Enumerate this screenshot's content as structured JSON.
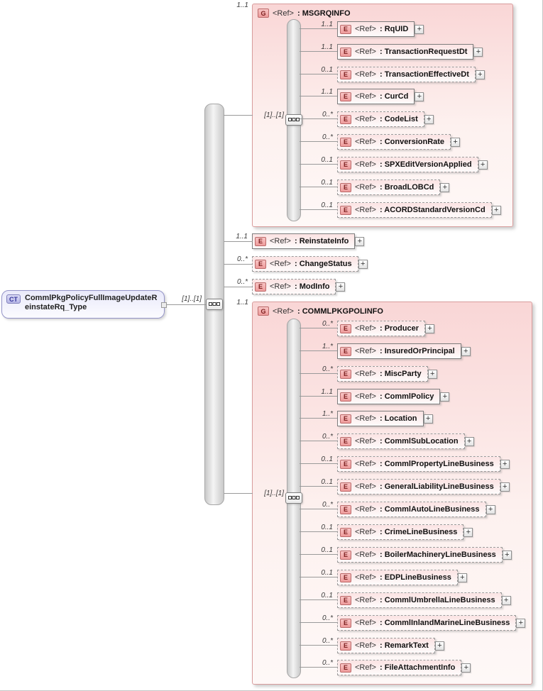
{
  "root": {
    "badge": "CT",
    "name": "CommlPkgPolicyFullImageUpdateReinstateRq_Type",
    "occurs": "[1]..[1]"
  },
  "ui": {
    "expand_glyph": "+"
  },
  "msgrqinfo": {
    "badge": "G",
    "ref": "<Ref>",
    "name": ": MSGRQINFO",
    "occurs": "1..1",
    "seq_occurs": "[1]..[1]",
    "children": [
      {
        "badge": "E",
        "ref": "<Ref>",
        "name": ": RqUID",
        "occurs": "1..1"
      },
      {
        "badge": "E",
        "ref": "<Ref>",
        "name": ": TransactionRequestDt",
        "occurs": "1..1"
      },
      {
        "badge": "E",
        "ref": "<Ref>",
        "name": ": TransactionEffectiveDt",
        "occurs": "0..1"
      },
      {
        "badge": "E",
        "ref": "<Ref>",
        "name": ": CurCd",
        "occurs": "1..1"
      },
      {
        "badge": "E",
        "ref": "<Ref>",
        "name": ": CodeList",
        "occurs": "0..*"
      },
      {
        "badge": "E",
        "ref": "<Ref>",
        "name": ": ConversionRate",
        "occurs": "0..*"
      },
      {
        "badge": "E",
        "ref": "<Ref>",
        "name": ": SPXEditVersionApplied",
        "occurs": "0..1"
      },
      {
        "badge": "E",
        "ref": "<Ref>",
        "name": ": BroadLOBCd",
        "occurs": "0..1"
      },
      {
        "badge": "E",
        "ref": "<Ref>",
        "name": ": ACORDStandardVersionCd",
        "occurs": "0..1"
      }
    ]
  },
  "standalone": [
    {
      "badge": "E",
      "ref": "<Ref>",
      "name": ": ReinstateInfo",
      "occurs": "1..1"
    },
    {
      "badge": "E",
      "ref": "<Ref>",
      "name": ": ChangeStatus",
      "occurs": "0..*"
    },
    {
      "badge": "E",
      "ref": "<Ref>",
      "name": ": ModInfo",
      "occurs": "0..*"
    }
  ],
  "commlpkgpolinfo": {
    "badge": "G",
    "ref": "<Ref>",
    "name": ": COMMLPKGPOLINFO",
    "occurs": "1..1",
    "seq_occurs": "[1]..[1]",
    "children": [
      {
        "badge": "E",
        "ref": "<Ref>",
        "name": ": Producer",
        "occurs": "0..*"
      },
      {
        "badge": "E",
        "ref": "<Ref>",
        "name": ": InsuredOrPrincipal",
        "occurs": "1..*"
      },
      {
        "badge": "E",
        "ref": "<Ref>",
        "name": ": MiscParty",
        "occurs": "0..*"
      },
      {
        "badge": "E",
        "ref": "<Ref>",
        "name": ": CommlPolicy",
        "occurs": "1..1"
      },
      {
        "badge": "E",
        "ref": "<Ref>",
        "name": ": Location",
        "occurs": "1..*"
      },
      {
        "badge": "E",
        "ref": "<Ref>",
        "name": ": CommlSubLocation",
        "occurs": "0..*"
      },
      {
        "badge": "E",
        "ref": "<Ref>",
        "name": ": CommlPropertyLineBusiness",
        "occurs": "0..1"
      },
      {
        "badge": "E",
        "ref": "<Ref>",
        "name": ": GeneralLiabilityLineBusiness",
        "occurs": "0..1"
      },
      {
        "badge": "E",
        "ref": "<Ref>",
        "name": ": CommlAutoLineBusiness",
        "occurs": "0..*"
      },
      {
        "badge": "E",
        "ref": "<Ref>",
        "name": ": CrimeLineBusiness",
        "occurs": "0..1"
      },
      {
        "badge": "E",
        "ref": "<Ref>",
        "name": ": BoilerMachineryLineBusiness",
        "occurs": "0..1"
      },
      {
        "badge": "E",
        "ref": "<Ref>",
        "name": ": EDPLineBusiness",
        "occurs": "0..1"
      },
      {
        "badge": "E",
        "ref": "<Ref>",
        "name": ": CommlUmbrellaLineBusiness",
        "occurs": "0..1"
      },
      {
        "badge": "E",
        "ref": "<Ref>",
        "name": ": CommlInlandMarineLineBusiness",
        "occurs": "0..*"
      },
      {
        "badge": "E",
        "ref": "<Ref>",
        "name": ": RemarkText",
        "occurs": "0..*"
      },
      {
        "badge": "E",
        "ref": "<Ref>",
        "name": ": FileAttachmentInfo",
        "occurs": "0..*"
      }
    ]
  }
}
